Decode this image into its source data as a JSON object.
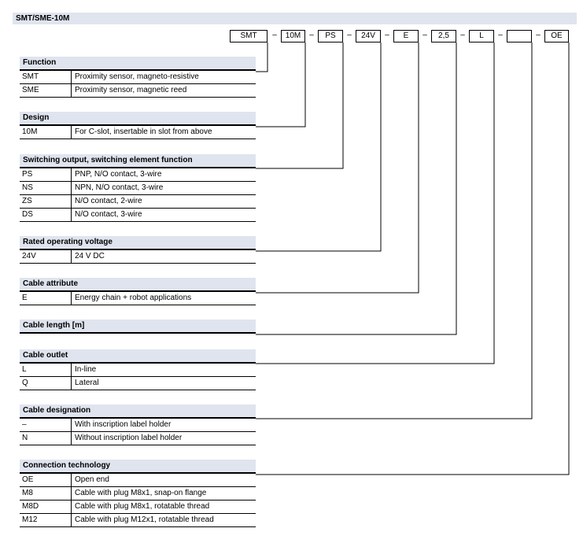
{
  "header_title": "SMT/SME-10M",
  "codes": [
    {
      "label": "SMT"
    },
    {
      "label": "10M"
    },
    {
      "label": "PS"
    },
    {
      "label": "24V"
    },
    {
      "label": "E"
    },
    {
      "label": "2,5"
    },
    {
      "label": "L"
    },
    {
      "label": ""
    },
    {
      "label": "OE"
    }
  ],
  "dash": "–",
  "sections": [
    {
      "title": "Function",
      "rows": [
        [
          "SMT",
          "Proximity sensor, magneto-resistive"
        ],
        [
          "SME",
          "Proximity sensor, magnetic reed"
        ]
      ]
    },
    {
      "title": "Design",
      "rows": [
        [
          "10M",
          "For C-slot, insertable in slot from above"
        ]
      ]
    },
    {
      "title": "Switching output, switching element function",
      "rows": [
        [
          "PS",
          "PNP, N/O contact, 3-wire"
        ],
        [
          "NS",
          "NPN, N/O contact, 3-wire"
        ],
        [
          "ZS",
          "N/O contact, 2-wire"
        ],
        [
          "DS",
          "N/O contact, 3-wire"
        ]
      ]
    },
    {
      "title": "Rated operating voltage",
      "rows": [
        [
          "24V",
          "24 V DC"
        ]
      ]
    },
    {
      "title": "Cable attribute",
      "rows": [
        [
          "E",
          "Energy chain + robot applications"
        ]
      ]
    },
    {
      "title": "Cable length [m]",
      "rows": []
    },
    {
      "title": "Cable outlet",
      "rows": [
        [
          "L",
          "In-line"
        ],
        [
          "Q",
          "Lateral"
        ]
      ]
    },
    {
      "title": "Cable designation",
      "rows": [
        [
          "–",
          "With inscription label holder"
        ],
        [
          "N",
          "Without inscription label holder"
        ]
      ]
    },
    {
      "title": "Connection technology",
      "rows": [
        [
          "OE",
          "Open end"
        ],
        [
          "M8",
          "Cable with plug M8x1, snap-on flange"
        ],
        [
          "M8D",
          "Cable with plug M8x1, rotatable thread"
        ],
        [
          "M12",
          "Cable with plug M12x1, rotatable thread"
        ]
      ]
    }
  ]
}
